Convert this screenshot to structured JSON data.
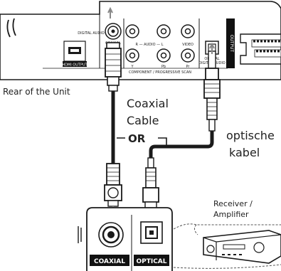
{
  "panel": {
    "digital_audio": "DIGITAL AUDIO",
    "coaxial_small": "COAXIAL",
    "audio_lr": "R — AUDIO — L",
    "video": "VIDEO",
    "y": "Y",
    "pb": "Pb",
    "pr": "Pr",
    "component_scan": "COMPONENT / PROGRESSIVE SCAN",
    "optical_small": "OPTICAL",
    "digital_audio_2": "DIGITAL AUDIO",
    "output": "OUTPUT",
    "hdmi_output": "HDMI OUTPUT"
  },
  "labels": {
    "rear_of_unit": "Rear of the Unit",
    "coaxial_line1": "Coaxial",
    "coaxial_line2": "Cable",
    "or": "OR",
    "optical_line1": "optische",
    "optical_line2": "kabel",
    "receiver_line1": "Receiver /",
    "receiver_line2": "Amplifier"
  },
  "receiver_panel": {
    "coaxial": "COAXIAL",
    "optical": "OPTICAL"
  },
  "colors": {
    "line": "#1a1a1a",
    "panel_bg": "#ffffff",
    "label_bg": "#111111"
  }
}
